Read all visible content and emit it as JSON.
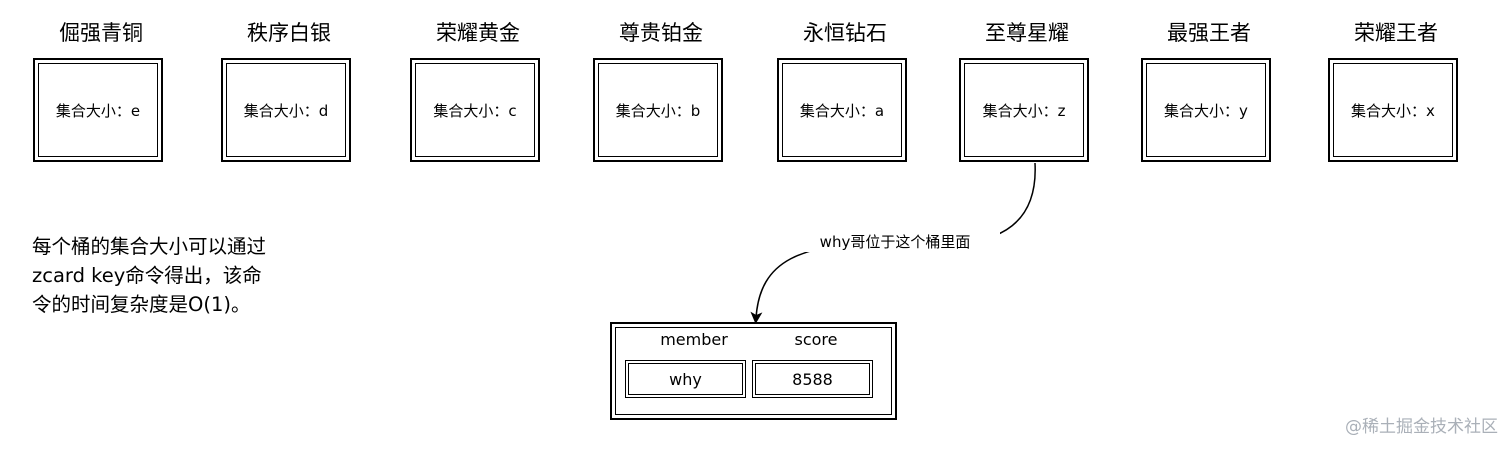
{
  "tiers": [
    {
      "title": "倔强青铜",
      "bucket_label": "集合大小：e"
    },
    {
      "title": "秩序白银",
      "bucket_label": "集合大小：d"
    },
    {
      "title": "荣耀黄金",
      "bucket_label": "集合大小：c"
    },
    {
      "title": "尊贵铂金",
      "bucket_label": "集合大小：b"
    },
    {
      "title": "永恒钻石",
      "bucket_label": "集合大小：a"
    },
    {
      "title": "至尊星耀",
      "bucket_label": "集合大小：z"
    },
    {
      "title": "最强王者",
      "bucket_label": "集合大小：y"
    },
    {
      "title": "荣耀王者",
      "bucket_label": "集合大小：x"
    }
  ],
  "note": {
    "line1": "每个桶的集合大小可以通过",
    "line2": "zcard key命令得出，该命",
    "line3": "令的时间复杂度是O(1)。"
  },
  "connector_label": "why哥位于这个桶里面",
  "member_table": {
    "headers": [
      "member",
      "score"
    ],
    "row": [
      "why",
      "8588"
    ]
  },
  "watermark": "@稀土掘金技术社区"
}
